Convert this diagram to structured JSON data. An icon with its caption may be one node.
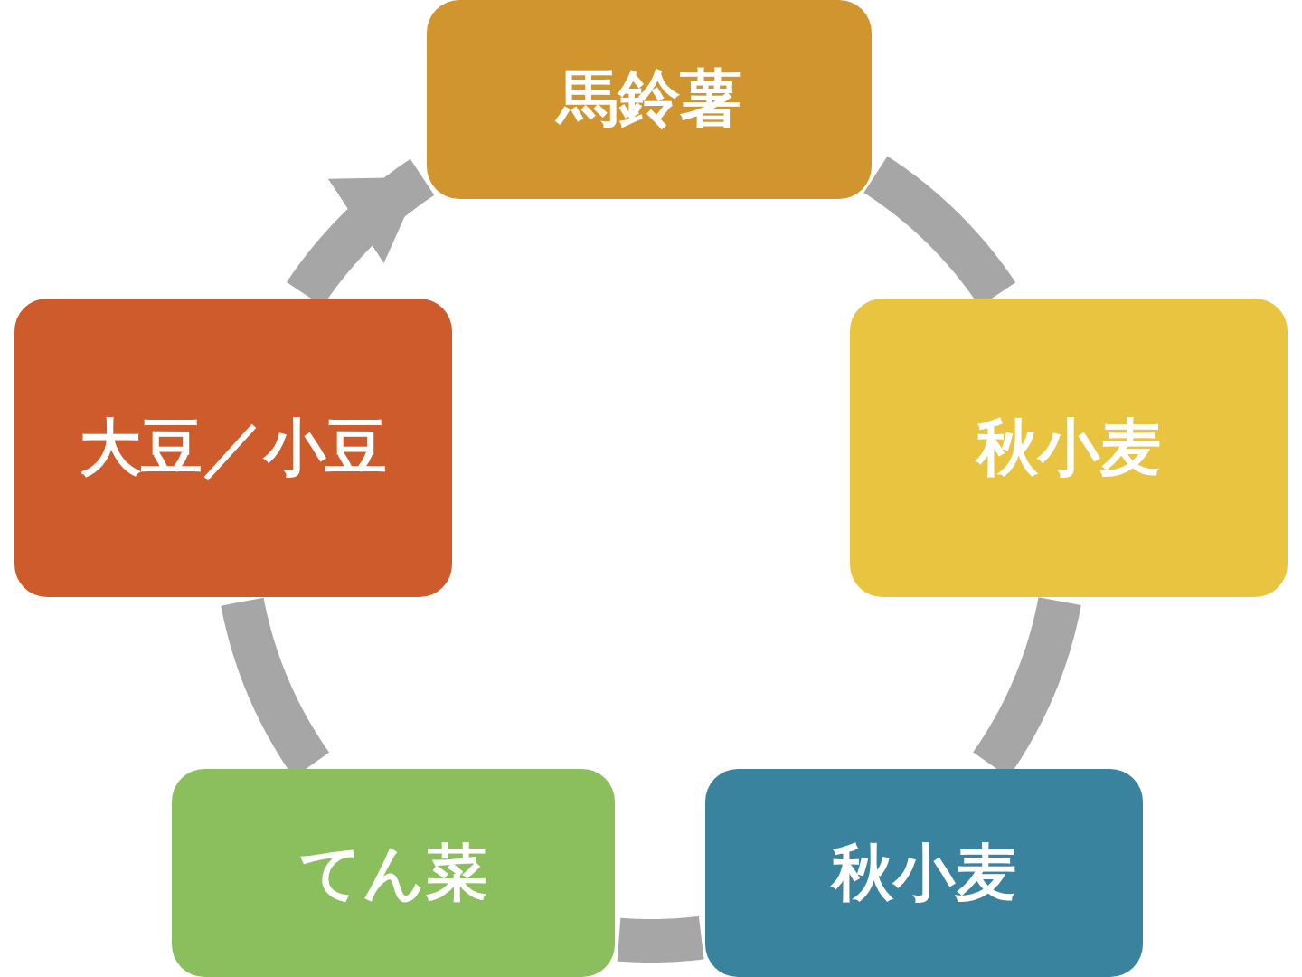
{
  "diagram": {
    "nodes": [
      {
        "text": [
          "馬鈴薯"
        ]
      },
      {
        "text": [
          "秋小麦"
        ]
      },
      {
        "text": [
          "秋小麦"
        ]
      },
      {
        "text": [
          "てん菜"
        ]
      },
      {
        "text": [
          "大豆／小豆"
        ]
      }
    ],
    "edges": [
      {
        "from": 0,
        "to": 1,
        "arrow": "none"
      },
      {
        "from": 1,
        "to": 2,
        "arrow": "none"
      },
      {
        "from": 2,
        "to": 3,
        "arrow": "none"
      },
      {
        "from": 3,
        "to": 4,
        "arrow": "none"
      },
      {
        "from": 4,
        "to": 0,
        "arrow": "to"
      }
    ]
  }
}
